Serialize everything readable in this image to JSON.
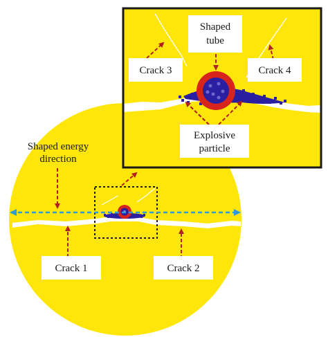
{
  "labels": {
    "shaped_energy_line1": "Shaped energy",
    "shaped_energy_line2": "direction",
    "crack1": "Crack 1",
    "crack2": "Crack 2",
    "crack3": "Crack 3",
    "crack4": "Crack 4",
    "shaped_tube_line1": "Shaped",
    "shaped_tube_line2": "tube",
    "explosive_line1": "Explosive",
    "explosive_line2": "particle"
  },
  "colors": {
    "rock": "#ffe60a",
    "crack": "#ffffff",
    "tube_red": "#d7241c",
    "particle_blue": "#2a1fa0",
    "arrow_dark_red": "#b21f1f",
    "energy_blue": "#2f9bd6",
    "box_border": "#1a1a1a"
  }
}
